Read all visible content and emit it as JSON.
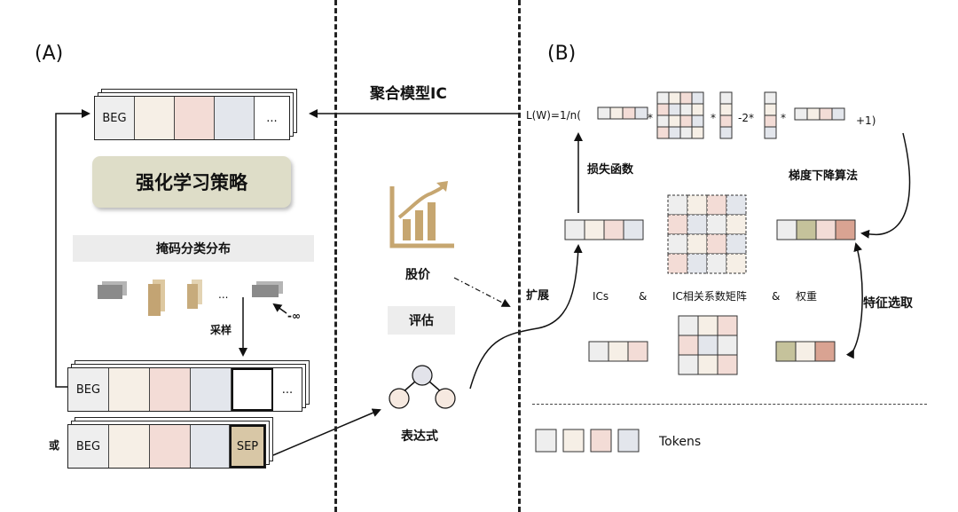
{
  "panel_a": {
    "label": "(A)",
    "top_row": [
      "BEG",
      "",
      "",
      "",
      "..."
    ],
    "policy_label": "强化学习策略",
    "mask_label": "掩码分类分布",
    "dots": "...",
    "neg_inf": "-∞",
    "sample_label": "采样",
    "row2": [
      "BEG",
      "",
      "",
      "",
      "",
      "..."
    ],
    "or_label": "或",
    "row3": [
      "BEG",
      "",
      "",
      "",
      "SEP"
    ]
  },
  "middle": {
    "aggregate_label": "聚合模型IC",
    "price_label": "股价",
    "eval_label": "评估",
    "expr_label": "表达式"
  },
  "panel_b": {
    "label": "(B)",
    "formula_left": "L(W)=1/n(",
    "op_mult": "*",
    "op_minus2": "-2*",
    "formula_end": "+1)",
    "loss_label": "损失函数",
    "gd_label": "梯度下降算法",
    "expand_label": "扩展",
    "ics_label": "ICs",
    "amp": "&",
    "ic_matrix_label": "IC相关系数矩阵",
    "weight_label": "权重",
    "select_label": "特征选取",
    "tokens_label": "Tokens"
  },
  "colors": {
    "token_gray": "#eeeeee",
    "token_cream": "#f6efe6",
    "token_pink": "#f3dcd6",
    "token_blue": "#e3e6ec",
    "olive": "#c5c29b",
    "rose": "#d9a392",
    "sep_fill": "#d8c7a6",
    "policy_fill": "#deddc8",
    "tan_icon": "#c6a670"
  }
}
